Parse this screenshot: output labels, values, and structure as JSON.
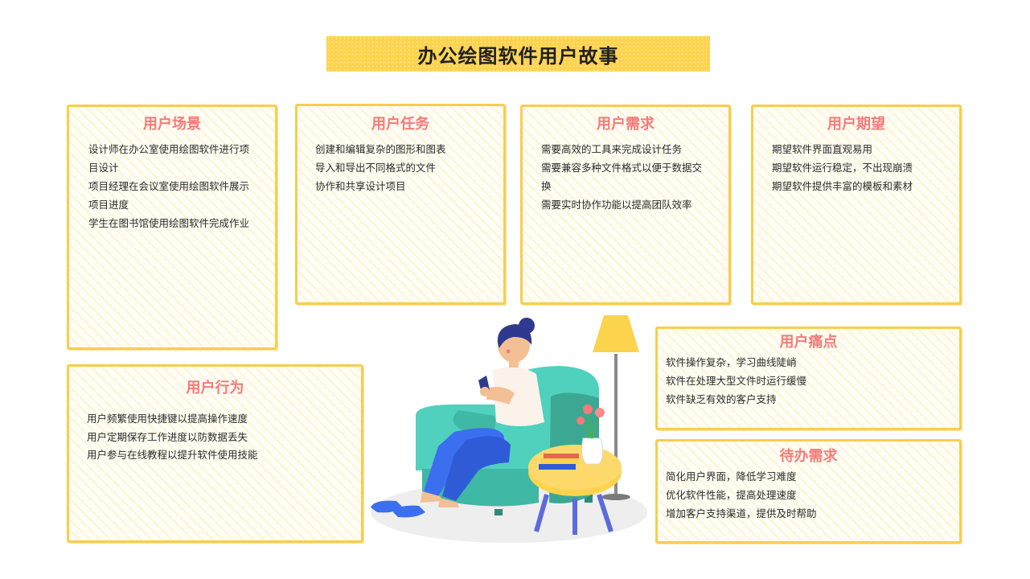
{
  "title": "办公绘图软件用户故事",
  "cards": {
    "scene": {
      "title": "用户场景",
      "items": [
        "设计师在办公室使用绘图软件进行项",
        "目设计",
        "项目经理在会议室使用绘图软件展示",
        "项目进度",
        "学生在图书馆使用绘图软件完成作业"
      ]
    },
    "task": {
      "title": "用户任务",
      "items": [
        "创建和编辑复杂的图形和图表",
        "导入和导出不同格式的文件",
        "协作和共享设计项目"
      ]
    },
    "need": {
      "title": "用户需求",
      "items": [
        "需要高效的工具来完成设计任务",
        "需要兼容多种文件格式以便于数据交",
        "换",
        "需要实时协作功能以提高团队效率"
      ]
    },
    "expect": {
      "title": "用户期望",
      "items": [
        "期望软件界面直观易用",
        "期望软件运行稳定，不出现崩溃",
        "期望软件提供丰富的模板和素材"
      ]
    },
    "behavior": {
      "title": "用户行为",
      "items": [
        "用户频繁使用快捷键以提高操作速度",
        "用户定期保存工作进度以防数据丢失",
        "用户参与在线教程以提升软件使用技能"
      ]
    },
    "pain": {
      "title": "用户痛点",
      "items": [
        "软件操作复杂，学习曲线陡峭",
        "软件在处理大型文件时运行缓慢",
        "软件缺乏有效的客户支持"
      ]
    },
    "todo": {
      "title": "待办需求",
      "items": [
        "简化用户界面，降低学习难度",
        "优化软件性能，提高处理速度",
        "增加客户支持渠道，提供及时帮助"
      ]
    }
  },
  "colors": {
    "banner": "#fcd34d",
    "card_border": "#f8cd4f",
    "card_title": "#f47b7b",
    "text": "#2b2b2b"
  }
}
